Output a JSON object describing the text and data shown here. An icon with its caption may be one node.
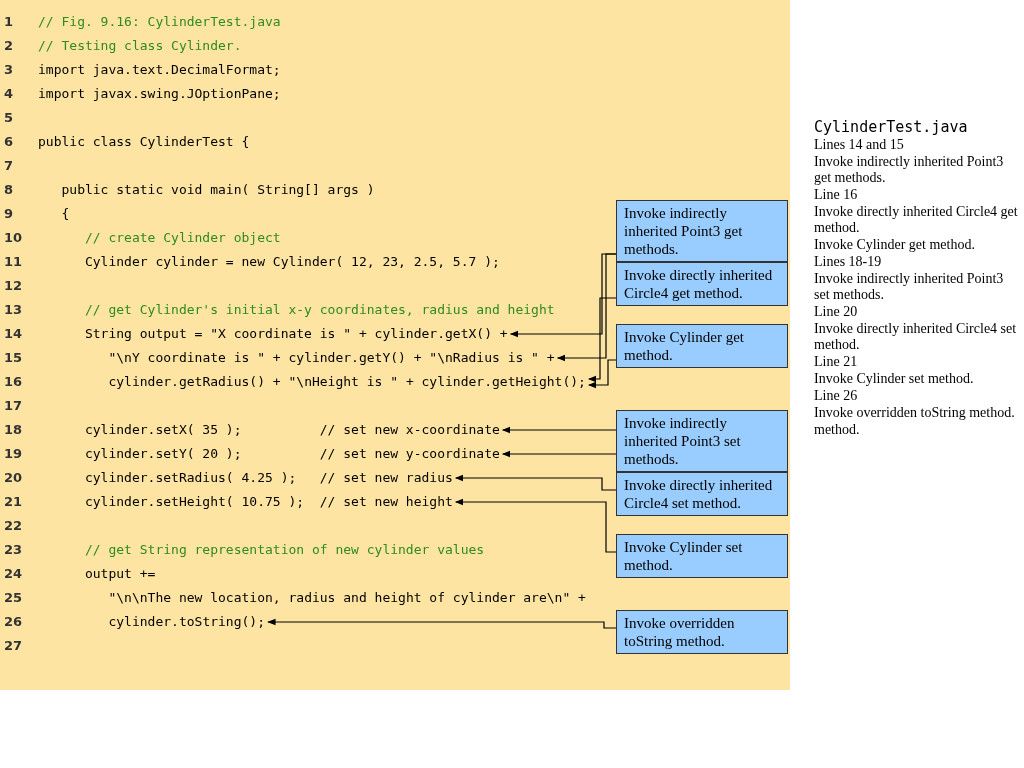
{
  "diagram": {
    "nodes": [
      {
        "text": [
          "String output = \"X coordinate is \" + cylinder.getX() +"
        ]
      },
      {
        "text": [
          "\"\\nY coordinate is \" + cylinder.getY() + \"\\nRadius is \" +"
        ]
      },
      {
        "text": [
          "cylinder.getRadius() + \"\\nHeight is \" + cylinder.getHeight();"
        ]
      },
      {
        "text": [
          "cylinder.setX( 35 );          // set new x-coordinate"
        ]
      },
      {
        "text": [
          "cylinder.setY( 20 );          // set new y-coordinate"
        ]
      },
      {
        "text": [
          "cylinder.setRadius( 4.25 );   // set new radius"
        ]
      },
      {
        "text": [
          "cylinder.setHeight( 10.75 );  // set new height"
        ]
      },
      {
        "text": [
          "cylinder.toString();"
        ]
      },
      {
        "text": [
          "Invoke indirectly inherited Point3 get methods."
        ]
      },
      {
        "text": [
          "Invoke directly inherited Circle4 get method."
        ]
      },
      {
        "text": [
          "Invoke Cylinder get method."
        ]
      },
      {
        "text": [
          "Invoke indirectly inherited Point3 set methods."
        ]
      },
      {
        "text": [
          "Invoke directly inherited Circle4 set method."
        ]
      },
      {
        "text": [
          "Invoke Cylinder set method."
        ]
      },
      {
        "text": [
          "Invoke overridden toString method."
        ]
      }
    ],
    "edges": [
      {
        "from": 8,
        "to": 0,
        "arrow": "to"
      },
      {
        "from": 8,
        "to": 1,
        "arrow": "to"
      },
      {
        "from": 9,
        "to": 2,
        "arrow": "to"
      },
      {
        "from": 10,
        "to": 2,
        "arrow": "to"
      },
      {
        "from": 11,
        "to": 3,
        "arrow": "to"
      },
      {
        "from": 11,
        "to": 4,
        "arrow": "to"
      },
      {
        "from": 12,
        "to": 5,
        "arrow": "to"
      },
      {
        "from": 13,
        "to": 6,
        "arrow": "to"
      },
      {
        "from": 14,
        "to": 7,
        "arrow": "to"
      }
    ],
    "labels": [
      "1",
      "// Fig. 9.16: CylinderTest.java",
      "2",
      "// Testing class Cylinder.",
      "3",
      "import java.text.DecimalFormat;",
      "4",
      "import javax.swing.JOptionPane;",
      "5",
      "6",
      "public class CylinderTest {",
      "7",
      "8",
      "public static void main( String[] args )",
      "9",
      "{",
      "10",
      "// create Cylinder object",
      "11",
      "Cylinder cylinder = new Cylinder( 12, 23, 2.5, 5.7 );",
      "12",
      "13",
      "// get Cylinder's initial x-y coordinates, radius and height",
      "14",
      "15",
      "16",
      "17",
      "18",
      "19",
      "20",
      "21",
      "22",
      "23",
      "// get String representation of new cylinder values",
      "24",
      "output +=",
      "25",
      "\"\\n\\nThe new location, radius and height of cylinder are\\n\" +",
      "26",
      "27",
      "CylinderTest.java",
      "Lines 14 and 15",
      "Invoke indirectly inherited Point3 get methods.",
      "Line 16",
      "Invoke directly inherited Circle4 get method.",
      "Invoke Cylinder get method.",
      "Lines 18-19",
      "Invoke indirectly inherited Point3 set methods.",
      "Line 20",
      "Invoke directly inherited Circle4 set method.",
      "Line 21",
      "Invoke Cylinder set method.",
      "Line 26",
      "Invoke overridden toString method.",
      "method."
    ]
  }
}
